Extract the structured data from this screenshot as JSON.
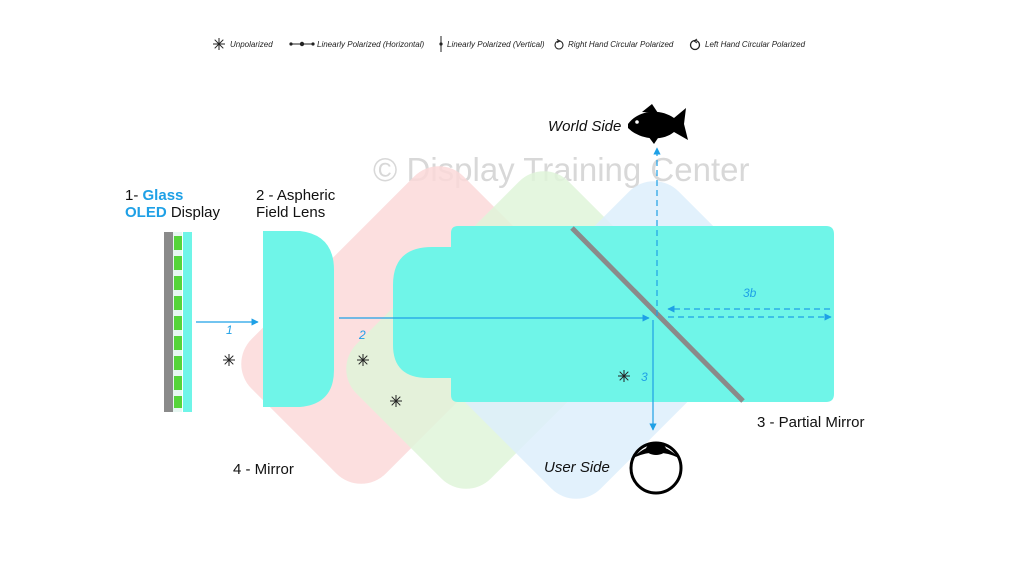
{
  "legend": {
    "unpolarized": "Unpolarized",
    "linear_horizontal": "Linearly Polarized (Horizontal)",
    "linear_vertical": "Linearly Polarized (Vertical)",
    "right_circular": "Right Hand Circular Polarized",
    "left_circular": "Left Hand Circular Polarized"
  },
  "watermark": "© Display Training Center",
  "components": {
    "display": {
      "prefix": "1- ",
      "glass": "Glass",
      "oled": "OLED",
      "suffix": " Display"
    },
    "lens": {
      "line1": "2 - Aspheric",
      "line2": "Field Lens"
    },
    "mirror": "4 - Mirror",
    "partial_mirror": "3 - Partial Mirror"
  },
  "sides": {
    "world": "World Side",
    "user": "User Side"
  },
  "rays": {
    "r1": "1",
    "r2": "2",
    "r3": "3",
    "r3b": "3b"
  },
  "colors": {
    "accent": "#1ea0e6",
    "cyan_block": "#6ff5e8",
    "red_panel": "#fbd9d9",
    "green_panel": "#dff5d9",
    "blue_panel": "#ddeefb",
    "oled_green": "#55d43a",
    "oled_gray": "#8a8a8a",
    "mirror_gray": "#8a8a8a"
  },
  "icons": [
    "unpolarized-star-icon",
    "horizontal-polarized-icon",
    "vertical-polarized-icon",
    "right-circular-icon",
    "left-circular-icon",
    "fish-icon",
    "eye-icon"
  ]
}
